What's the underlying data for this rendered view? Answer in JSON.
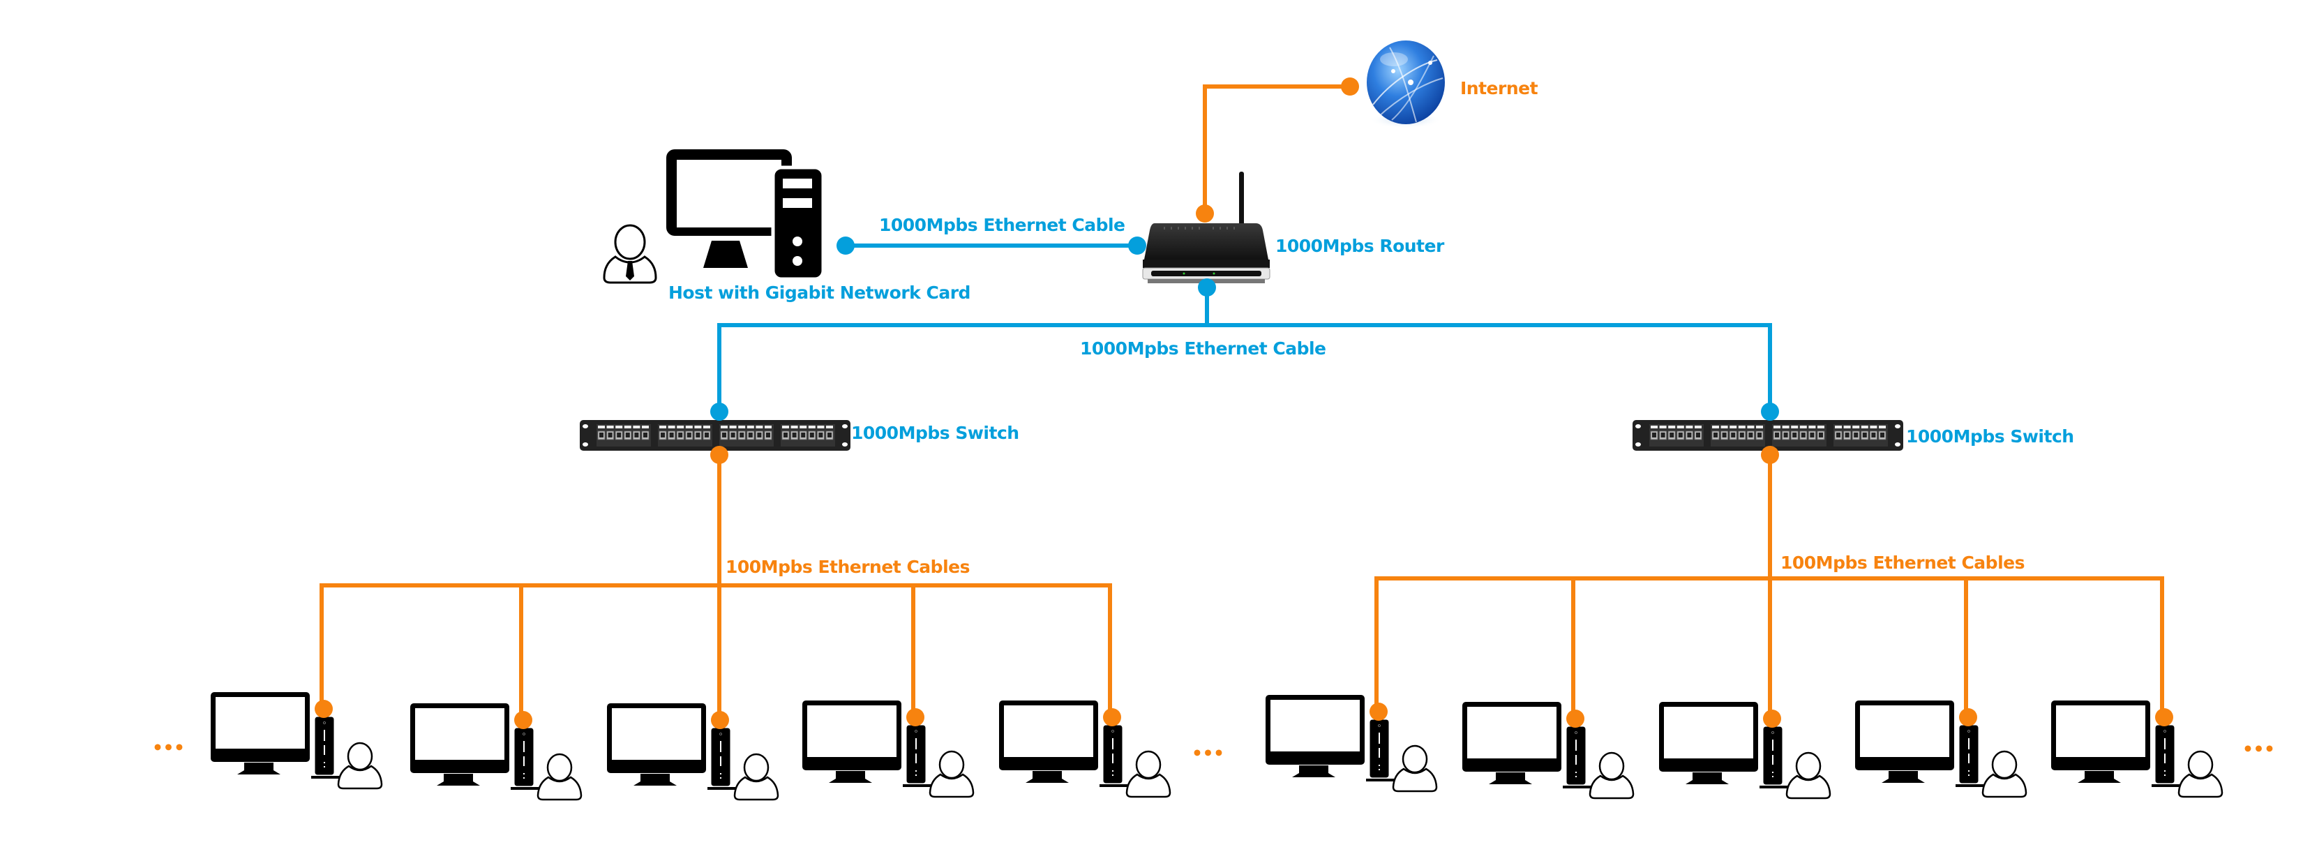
{
  "colors": {
    "gigabit": "#049fdc",
    "fast": "#f7830f",
    "device": "#000000"
  },
  "labels": {
    "internet": "Internet",
    "router": "1000Mpbs Router",
    "host": "Host with Gigabit Network Card",
    "host_cable": "1000Mpbs Ethernet Cable",
    "trunk_cable": "1000Mpbs Ethernet Cable",
    "switch_left": "1000Mpbs Switch",
    "switch_right": "1000Mpbs Switch",
    "clients_left_cables": "100Mpbs Ethernet Cables",
    "clients_right_cables": "100Mpbs Ethernet Cables",
    "more": "•••"
  },
  "icons": {
    "internet": "globe-icon",
    "router": "wireless-router-icon",
    "host": "desktop-computer-icon",
    "host_user": "businessman-user-icon",
    "switch": "patch-panel-switch-icon",
    "client": "workstation-icon",
    "client_user": "user-icon"
  },
  "topology": {
    "left_group_client_count": 5,
    "right_group_client_count": 5
  }
}
